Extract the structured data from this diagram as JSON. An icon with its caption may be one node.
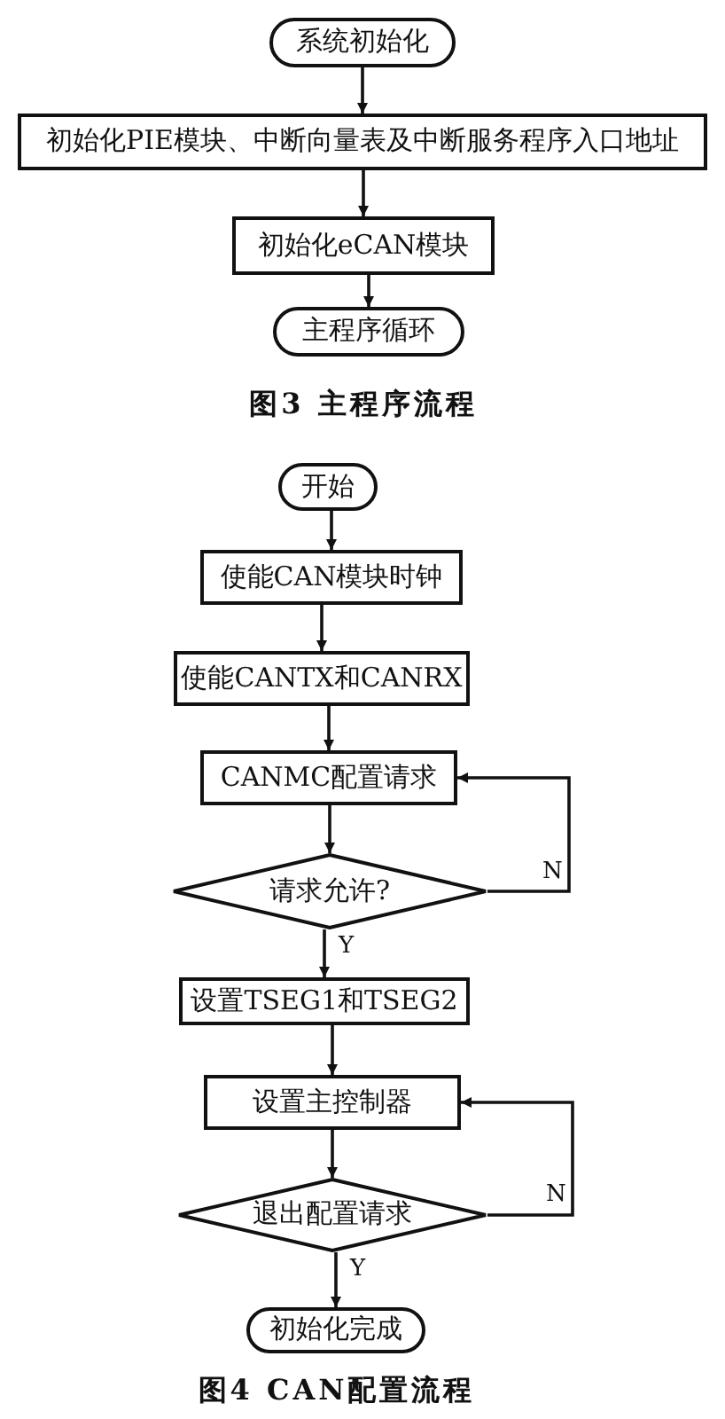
{
  "diagram": {
    "nodes": [
      {
        "text": [
          "系统初始化"
        ]
      },
      {
        "text": [
          "初始化PIE模块、中断向量表及中断服务程序入口地址"
        ]
      },
      {
        "text": [
          "初始化eCAN模块"
        ]
      },
      {
        "text": [
          "主程序循环"
        ]
      },
      {
        "text": [
          "开始"
        ]
      },
      {
        "text": [
          "使能CAN模块时钟"
        ]
      },
      {
        "text": [
          "使能CANTX和CANRX"
        ]
      },
      {
        "text": [
          "CANMC配置请求"
        ]
      },
      {
        "text": [
          "请求允许?"
        ]
      },
      {
        "text": [
          "设置TSEG1和TSEG2"
        ]
      },
      {
        "text": [
          "设置主控制器"
        ]
      },
      {
        "text": [
          "退出配置请求"
        ]
      },
      {
        "text": [
          "初始化完成"
        ]
      }
    ],
    "edges": [
      {
        "from": 0,
        "to": 1,
        "arrow": "to"
      },
      {
        "from": 1,
        "to": 2,
        "arrow": "to"
      },
      {
        "from": 2,
        "to": 3,
        "arrow": "to"
      },
      {
        "from": 4,
        "to": 5,
        "arrow": "to"
      },
      {
        "from": 5,
        "to": 6,
        "arrow": "to"
      },
      {
        "from": 6,
        "to": 7,
        "arrow": "to"
      },
      {
        "from": 7,
        "to": 8,
        "arrow": "to"
      },
      {
        "from": 8,
        "to": 9,
        "arrow": "to",
        "label": "Y"
      },
      {
        "from": 8,
        "to": 7,
        "arrow": "to",
        "label": "N"
      },
      {
        "from": 9,
        "to": 10,
        "arrow": "to"
      },
      {
        "from": 10,
        "to": 11,
        "arrow": "to"
      },
      {
        "from": 11,
        "to": 12,
        "arrow": "to",
        "label": "Y"
      },
      {
        "from": 11,
        "to": 10,
        "arrow": "to",
        "label": "N"
      }
    ],
    "labels": [
      "图3 主程序流程",
      "图4 CAN配置流程"
    ]
  }
}
